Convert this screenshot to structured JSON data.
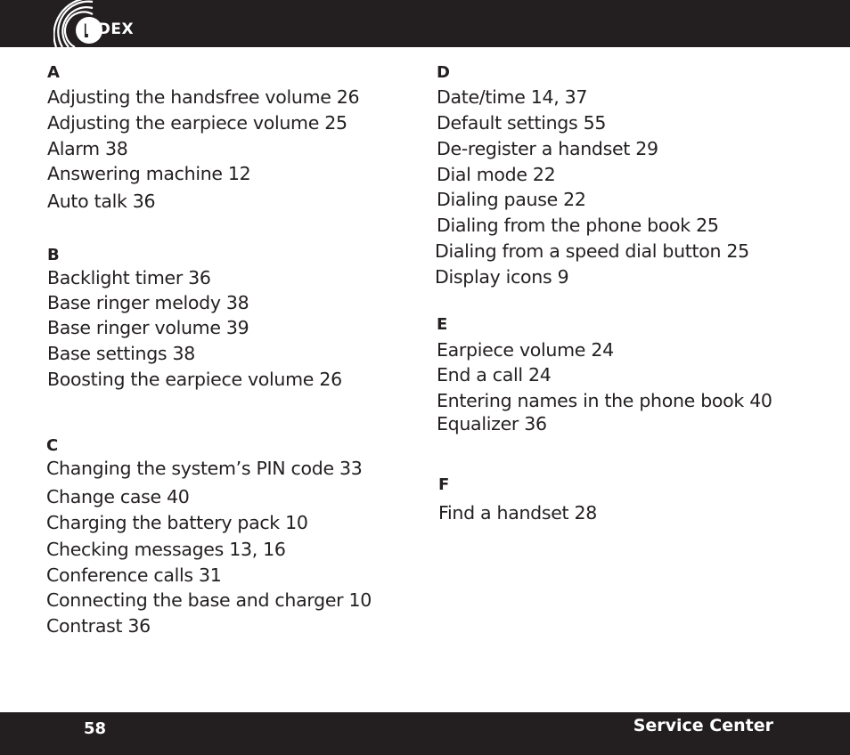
{
  "header": {
    "logo_text": "INDEX",
    "logo_icon": "concentric-arcs-icon"
  },
  "sections": {
    "a": {
      "letter": "A",
      "entries": [
        "Adjusting the handsfree volume  26",
        "Adjusting the earpiece volume 25",
        "Alarm 38",
        "Answering machine 12",
        "Auto talk 36"
      ]
    },
    "b": {
      "letter": "B",
      "entries": [
        "Backlight timer 36",
        "Base ringer melody 38",
        "Base ringer volume 39",
        "Base settings 38",
        "Boosting the earpiece volume 26"
      ]
    },
    "c": {
      "letter": "C",
      "entries": [
        "Changing the system’s PIN code 33",
        "Change case 40",
        "Charging the battery pack 10",
        "Checking messages 13, 16",
        "Conference calls 31",
        "Connecting the base and charger 10",
        "Contrast 36"
      ]
    },
    "d": {
      "letter": "D",
      "entries": [
        "Date/time 14, 37",
        "Default settings 55",
        "De-register a handset 29",
        "Dial mode 22",
        "Dialing pause 22",
        "Dialing from the phone book 25",
        "Dialing from a speed dial button 25",
        "Display icons 9"
      ]
    },
    "e": {
      "letter": "E",
      "entries": [
        "Earpiece volume 24",
        "End a call 24",
        "Entering names in the phone book 40",
        "Equalizer 36"
      ]
    },
    "f": {
      "letter": "F",
      "entries": [
        "Find a handset 28"
      ]
    }
  },
  "footer": {
    "page_number": "58",
    "title": "Service Center"
  },
  "colors": {
    "bar": "#231f20",
    "text": "#231f20",
    "bar_text": "#ffffff"
  }
}
